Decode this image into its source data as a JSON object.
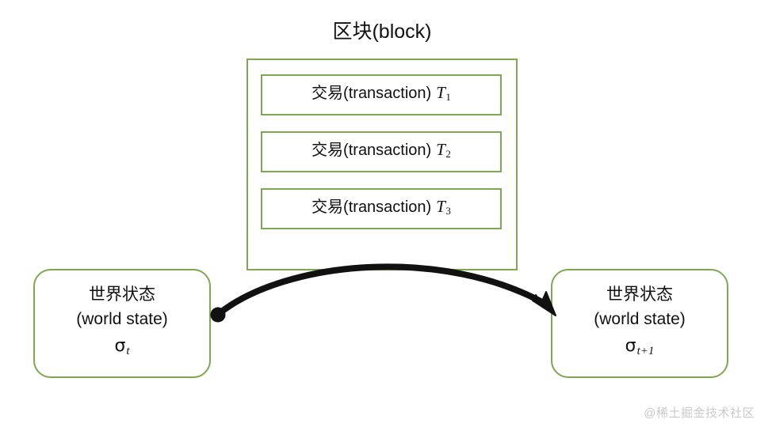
{
  "diagram": {
    "title": "区块(block)",
    "block": {
      "label": "区块(block)",
      "transactions": [
        {
          "text": "交易(transaction)",
          "symbol": "T",
          "subscript": "1"
        },
        {
          "text": "交易(transaction)",
          "symbol": "T",
          "subscript": "2"
        },
        {
          "text": "交易(transaction)",
          "symbol": "T",
          "subscript": "3"
        }
      ]
    },
    "states": {
      "left": {
        "line_cn": "世界状态",
        "line_en": "(world state)",
        "symbol": "σ",
        "subscript": "t"
      },
      "right": {
        "line_cn": "世界状态",
        "line_en": "(world state)",
        "symbol": "σ",
        "subscript": "t+1"
      }
    },
    "arrow": {
      "name": "state-transition-arrow",
      "from": "left-world-state",
      "to": "right-world-state"
    },
    "colors": {
      "border_green": "#7FA650",
      "text": "#111111",
      "arrow": "#111111",
      "background": "#ffffff",
      "watermark": "#c9c9c9"
    }
  },
  "watermark": {
    "text": "@稀土掘金技术社区"
  }
}
